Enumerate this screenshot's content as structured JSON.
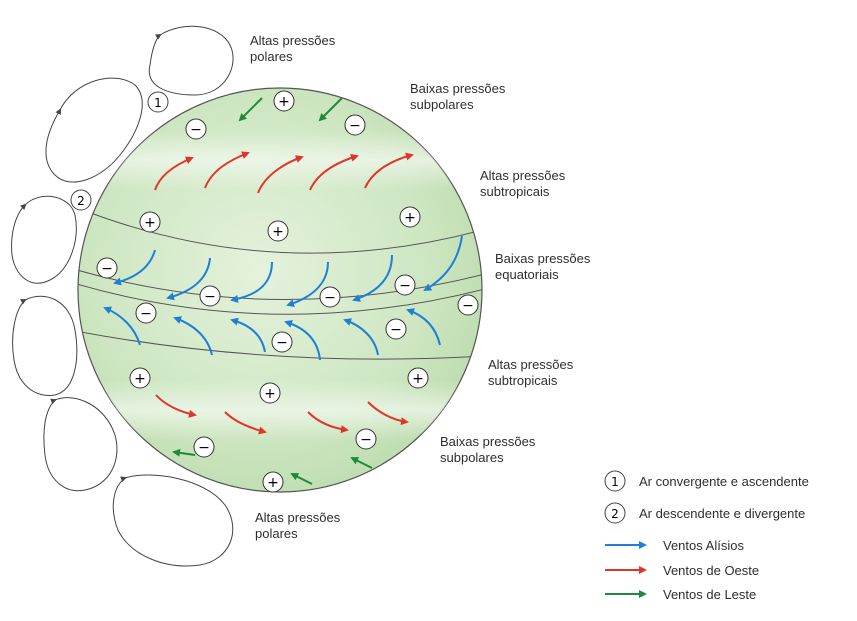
{
  "labels": {
    "top_polar_high": [
      "Altas pressões",
      "polares"
    ],
    "north_subpolar_low": [
      "Baixas pressões",
      "subpolares"
    ],
    "north_subtropical_high": [
      "Altas pressões",
      "subtropicais"
    ],
    "equatorial_low": [
      "Baixas pressões",
      "equatoriais"
    ],
    "south_subtropical_high": [
      "Altas pressões",
      "subtropicais"
    ],
    "south_subpolar_low": [
      "Baixas pressões",
      "subpolares"
    ],
    "bottom_polar_high": [
      "Altas pressões",
      "polares"
    ]
  },
  "markers": {
    "plus": "+",
    "minus": "−",
    "one": "1",
    "two": "2"
  },
  "legend": {
    "convergent": {
      "num": "1",
      "text": "Ar convergente e ascendente"
    },
    "divergent": {
      "num": "2",
      "text": "Ar descendente e divergente"
    },
    "trade_winds": {
      "text": "Ventos Alísios",
      "color": "#1f7fd6"
    },
    "westerlies": {
      "text": "Ventos de Oeste",
      "color": "#e2352a"
    },
    "easterlies": {
      "text": "Ventos de Leste",
      "color": "#1d8a3c"
    }
  },
  "colors": {
    "globe_fill": "#cfe8c4",
    "globe_light": "#f2f9ef",
    "outline": "#444444"
  }
}
